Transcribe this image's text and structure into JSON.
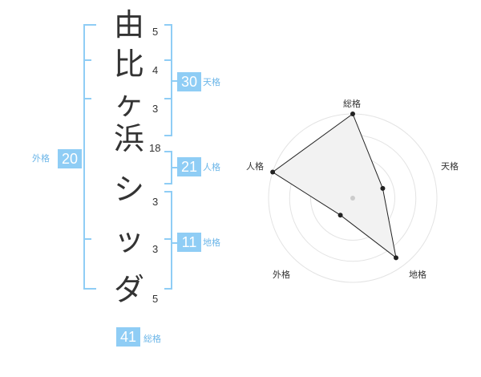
{
  "name_chars": [
    "由",
    "比",
    "ヶ",
    "浜",
    "シ",
    "ッ",
    "ダ"
  ],
  "stroke_counts": {
    "yu": "5",
    "hi": "4",
    "ga": "3",
    "hama": "18",
    "shi": "3",
    "tsu": "3",
    "da": "5"
  },
  "kaku": {
    "tenkaku": {
      "value": "30",
      "label": "天格"
    },
    "jinkaku": {
      "value": "21",
      "label": "人格"
    },
    "chikaku": {
      "value": "11",
      "label": "地格"
    },
    "gaikaku": {
      "value": "20",
      "label": "外格"
    },
    "soukaku": {
      "value": "41",
      "label": "総格"
    }
  },
  "colors": {
    "bracket": "#8fcdf5",
    "badge_bg": "#8fcdf5",
    "badge_text": "#ffffff",
    "label_text": "#6cb6e8",
    "chart_fill": "#f2f2f2",
    "chart_line": "#222222"
  },
  "chart_data": {
    "type": "radar",
    "axes": [
      "総格",
      "天格",
      "地格",
      "外格",
      "人格"
    ],
    "values": [
      4,
      1.5,
      3.5,
      1,
      4
    ],
    "max": 4,
    "rings": 4,
    "grid": true
  }
}
